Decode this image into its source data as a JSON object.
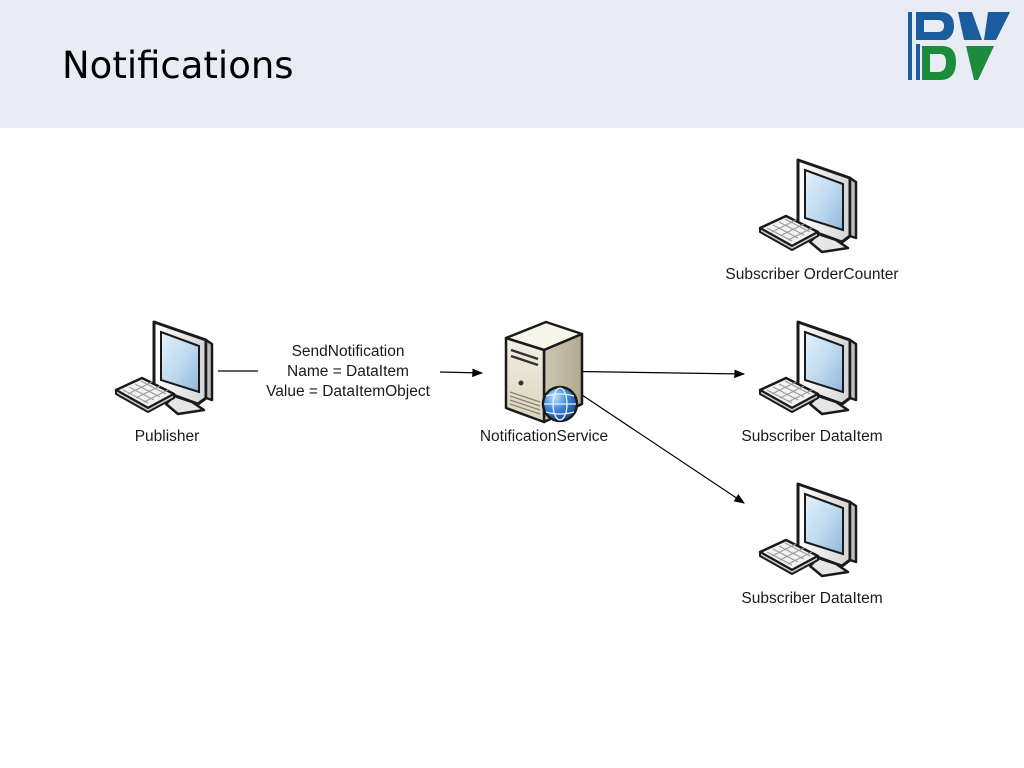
{
  "slide": {
    "title": "Notifications"
  },
  "logo": {
    "name": "BV logo",
    "colors": {
      "blue": "#1a5c9e",
      "green": "#1a8c3c"
    }
  },
  "diagram": {
    "nodes": {
      "publisher": {
        "label": "Publisher",
        "icon": "computer-icon"
      },
      "service": {
        "label": "NotificationService",
        "icon": "server-icon"
      },
      "subscriber_order_counter": {
        "label": "Subscriber OrderCounter",
        "icon": "computer-icon"
      },
      "subscriber_dataitem_1": {
        "label": "Subscriber DataItem",
        "icon": "computer-icon"
      },
      "subscriber_dataitem_2": {
        "label": "Subscriber DataItem",
        "icon": "computer-icon"
      }
    },
    "message": {
      "line1": "SendNotification",
      "line2": "Name = DataItem",
      "line3": "Value = DataItemObject"
    },
    "edges": [
      {
        "from": "publisher",
        "to": "service"
      },
      {
        "from": "service",
        "to": "subscriber_dataitem_1"
      },
      {
        "from": "service",
        "to": "subscriber_dataitem_2"
      }
    ]
  }
}
